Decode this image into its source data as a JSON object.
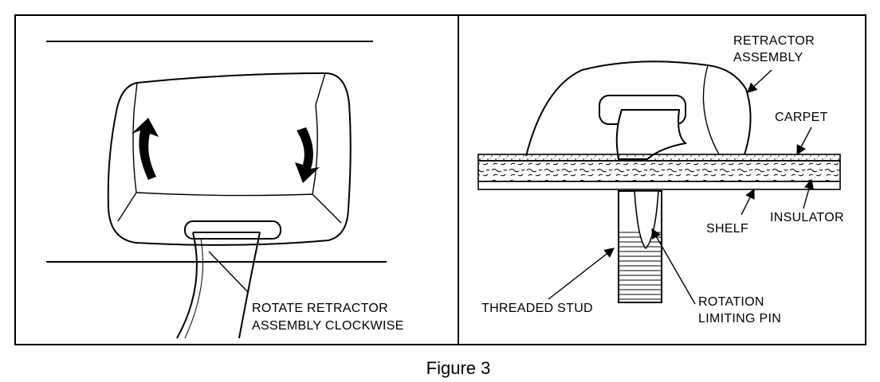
{
  "caption": "Figure 3",
  "left_panel": {
    "label_line1": "ROTATE RETRACTOR",
    "label_line2": "ASSEMBLY CLOCKWISE"
  },
  "right_panel": {
    "retractor_line1": "RETRACTOR",
    "retractor_line2": "ASSEMBLY",
    "carpet": "CARPET",
    "shelf": "SHELF",
    "insulator": "INSULATOR",
    "threaded_stud": "THREADED STUD",
    "rotation_line1": "ROTATION",
    "rotation_line2": "LIMITING PIN"
  }
}
